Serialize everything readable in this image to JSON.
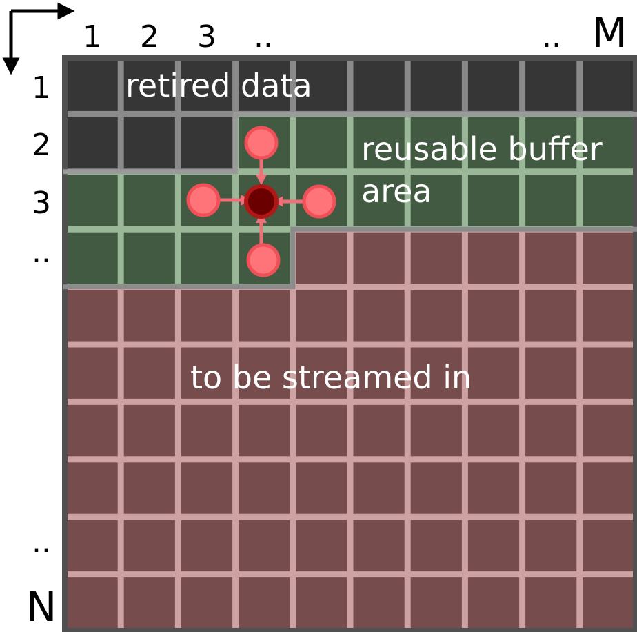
{
  "column_labels": [
    "1",
    "2",
    "3",
    "..",
    "..",
    "M"
  ],
  "row_labels": [
    "1",
    "2",
    "3",
    "..",
    "..",
    "N"
  ],
  "regions": {
    "retired": {
      "label": "retired data",
      "fill": "#363636",
      "grid": "#8a8a8a"
    },
    "buffer": {
      "label_line1": "reusable buffer",
      "label_line2": "area",
      "fill": "#435a42",
      "grid": "#9ab898"
    },
    "stream": {
      "label": "to be streamed in",
      "fill": "#764c4c",
      "grid": "#cea2a2"
    }
  },
  "grid": {
    "rows": 10,
    "cols": 10,
    "outline": "#505050"
  },
  "stencil": {
    "center_fill": "#6b0000",
    "center_ring": "#b01818",
    "neighbor_fill": "#ff7479",
    "neighbor_ring": "#f05058",
    "arrow": "#f0707a"
  }
}
